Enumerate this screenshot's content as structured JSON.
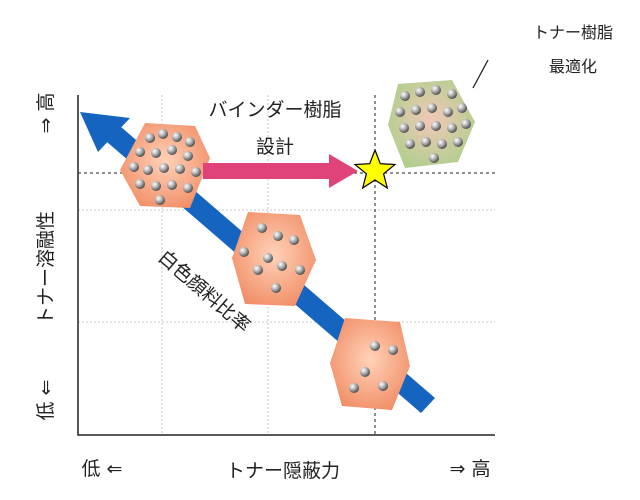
{
  "annotation": {
    "line1": "トナー樹脂",
    "line2": "最適化"
  },
  "y_axis": {
    "low": "低 ⇐",
    "title": "トナー溶融性",
    "high": "⇒ 高"
  },
  "x_axis": {
    "low": "低 ⇐",
    "title": "トナー隠蔽力",
    "high": "⇒ 高"
  },
  "binder_arrow": {
    "line1": "バインダー樹脂",
    "line2": "設計"
  },
  "pigment_arrow": {
    "label": "白色顔料比率"
  },
  "colors": {
    "binder_arrow": "#e0437a",
    "pigment_arrow": "#1565c0",
    "particle_orange": "#f4a07e",
    "particle_green": "#b5d59b",
    "star": "#ffff00",
    "grid": "#c8c8c8",
    "frame": "#222222"
  },
  "icons": [
    "star-icon",
    "pigment-bead-icon"
  ]
}
